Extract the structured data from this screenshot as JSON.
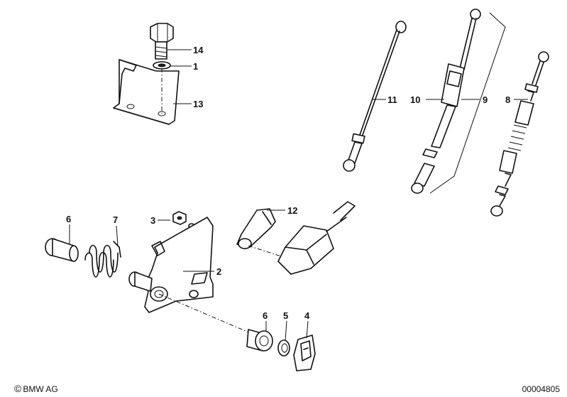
{
  "callouts": {
    "c14": "14",
    "c1": "1",
    "c13": "13",
    "c11": "11",
    "c10": "10",
    "c9": "9",
    "c8": "8",
    "c12": "12",
    "c3": "3",
    "c7": "7",
    "c6a": "6",
    "c2": "2",
    "c6b": "6",
    "c5": "5",
    "c4": "4"
  },
  "footer": {
    "copyright_symbol": "©",
    "copyright_text": "BMW AG",
    "document_number": "00004805"
  },
  "colors": {
    "line": "#111111",
    "background": "#ffffff"
  }
}
